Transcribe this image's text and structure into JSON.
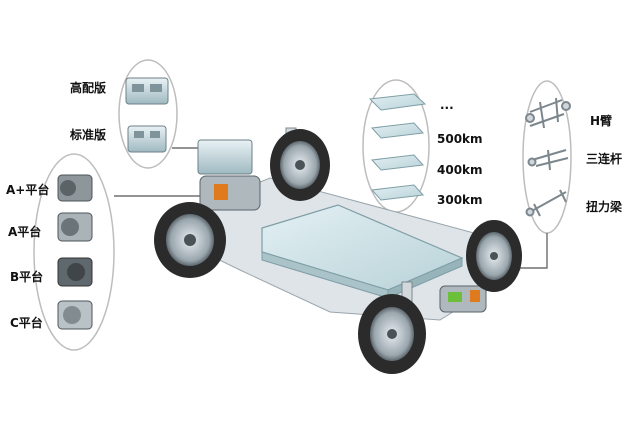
{
  "controller_versions": [
    {
      "label": "高配版"
    },
    {
      "label": "标准版"
    }
  ],
  "motor_platforms": [
    {
      "label": "A+平台"
    },
    {
      "label": "A平台"
    },
    {
      "label": "B平台"
    },
    {
      "label": "C平台"
    }
  ],
  "battery_range": {
    "more_label": "...",
    "items": [
      {
        "label": "500km"
      },
      {
        "label": "400km"
      },
      {
        "label": "300km"
      }
    ]
  },
  "rear_suspension": [
    {
      "label": "H臂"
    },
    {
      "label": "三连杆"
    },
    {
      "label": "扭力梁"
    }
  ],
  "colors": {
    "line": "#555555",
    "oval": "#bdbdbd",
    "battery": "#c9dfe3",
    "tire": "#2b2b2b",
    "frame": "#cfd6dc",
    "accent_orange": "#e07a1f",
    "accent_green": "#6bbf3a"
  }
}
